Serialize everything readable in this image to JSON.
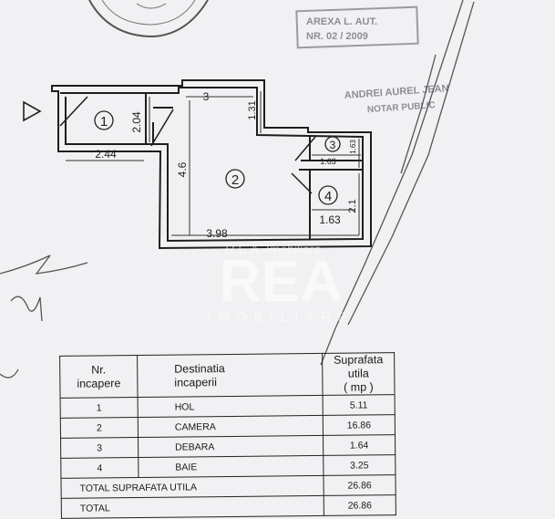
{
  "stamps": {
    "archive_top": "AREXA L. AUT.",
    "archive_bottom": "NR. 02 / 2009",
    "notary_name": "ANDREI AUREL JEAN",
    "notary_title": "NOTAR PUBLIC"
  },
  "watermark": {
    "brand_small": "R.E.A. Imobiliare",
    "brand_large": "REA",
    "brand_sub": "IMOBILIARE"
  },
  "plan": {
    "rooms": [
      {
        "number": "1"
      },
      {
        "number": "2"
      },
      {
        "number": "3"
      },
      {
        "number": "4"
      }
    ],
    "dimensions": [
      "2.44",
      "2.04",
      "3",
      "1.31",
      "4.6",
      "1.63",
      "1.63",
      "2.1",
      "1.63",
      "3.98"
    ]
  },
  "table": {
    "headers": {
      "nr": "Nr.\nincapere",
      "dest": "Destinatia\nincaperii",
      "area": "Suprafata utila\n( mp )"
    },
    "rows": [
      {
        "nr": "1",
        "dest": "HOL",
        "area": "5.11"
      },
      {
        "nr": "2",
        "dest": "CAMERA",
        "area": "16.86"
      },
      {
        "nr": "3",
        "dest": "DEBARA",
        "area": "1.64"
      },
      {
        "nr": "4",
        "dest": "BAIE",
        "area": "3.25"
      }
    ],
    "total_useful": {
      "label": "TOTAL SUPRAFATA UTILA",
      "area": "26.86"
    },
    "total": {
      "label": "TOTAL",
      "area": "26.86"
    }
  }
}
